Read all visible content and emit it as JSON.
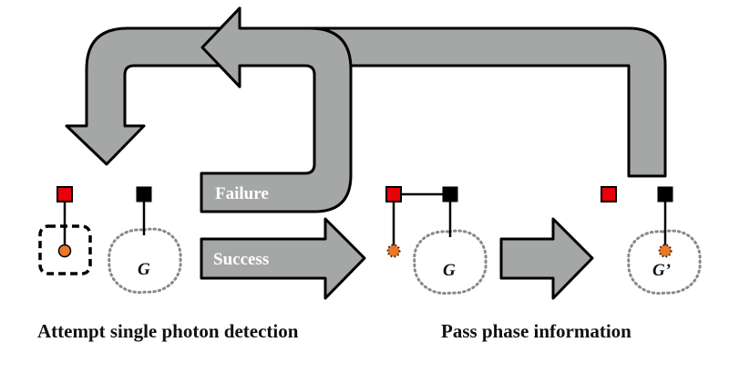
{
  "diagram": {
    "arrows": {
      "failure_label": "Failure",
      "success_label": "Success"
    },
    "stages": [
      {
        "id": "attempt",
        "caption": "Attempt single photon detection",
        "nodes": [
          {
            "type": "qubit",
            "color": "red",
            "detected_photon": "orange-solid",
            "enclosure": "dashed-box"
          },
          {
            "type": "qubit",
            "color": "black",
            "target_state_label": "G"
          }
        ]
      },
      {
        "id": "pass",
        "caption": "Pass phase information",
        "nodes": [
          {
            "type": "qubit",
            "color": "red",
            "photon": "orange-dotted",
            "linked_to": "black"
          },
          {
            "type": "qubit",
            "color": "black",
            "target_state_label": "G"
          }
        ]
      },
      {
        "id": "result",
        "nodes": [
          {
            "type": "qubit",
            "color": "red"
          },
          {
            "type": "qubit",
            "color": "black",
            "photon": "orange-dotted",
            "target_state_label": "G’"
          }
        ]
      }
    ],
    "colors": {
      "arrow_fill": "#a5a6a6",
      "qubit_red": "#e8000b",
      "qubit_black": "#000000",
      "photon_orange": "#e8782a",
      "state_cloud": "#888888"
    }
  }
}
